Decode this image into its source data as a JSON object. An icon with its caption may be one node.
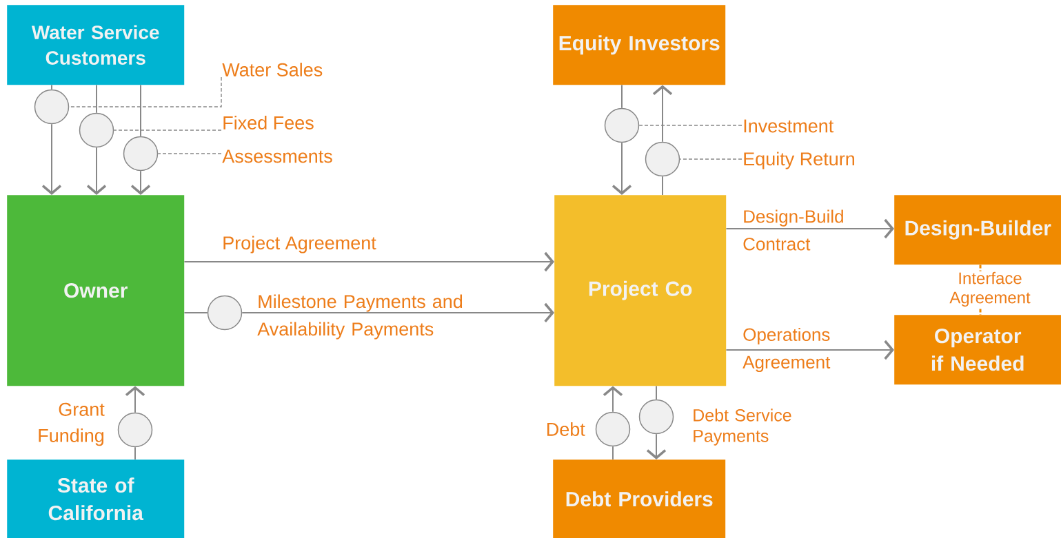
{
  "diagram": {
    "nodes": [
      {
        "text": [
          "Water Service Customers"
        ]
      },
      {
        "text": [
          "Equity Investors"
        ]
      },
      {
        "text": [
          "Water Sales"
        ]
      },
      {
        "text": [
          "Investment"
        ]
      },
      {
        "text": [
          "Fixed Fees"
        ]
      },
      {
        "text": [
          "Equity Return"
        ]
      },
      {
        "text": [
          "Assessments"
        ]
      },
      {
        "text": [
          "Owner"
        ]
      },
      {
        "text": [
          "Project Co"
        ]
      },
      {
        "text": [
          "Design-Builder"
        ]
      },
      {
        "text": [
          "Operator if Needed"
        ]
      },
      {
        "text": [
          "State of California"
        ]
      },
      {
        "text": [
          "Debt Providers"
        ]
      },
      {
        "text": [],
        "shape": "circle"
      },
      {
        "text": [],
        "shape": "circle"
      },
      {
        "text": [],
        "shape": "circle"
      },
      {
        "text": [],
        "shape": "circle"
      },
      {
        "text": [],
        "shape": "circle"
      },
      {
        "text": [],
        "shape": "circle"
      },
      {
        "text": [],
        "shape": "circle"
      },
      {
        "text": [],
        "shape": "circle"
      },
      {
        "text": [],
        "shape": "circle"
      }
    ],
    "edges": [
      {
        "from": 0,
        "to": 13,
        "arrow": "none"
      },
      {
        "from": 13,
        "to": 7,
        "arrow": "to"
      },
      {
        "from": 0,
        "to": 14,
        "arrow": "none"
      },
      {
        "from": 14,
        "to": 7,
        "arrow": "to"
      },
      {
        "from": 0,
        "to": 15,
        "arrow": "none"
      },
      {
        "from": 15,
        "to": 7,
        "arrow": "to"
      },
      {
        "from": 2,
        "to": 13,
        "arrow": "none",
        "style": "dashed"
      },
      {
        "from": 4,
        "to": 14,
        "arrow": "none",
        "style": "dashed"
      },
      {
        "from": 6,
        "to": 15,
        "arrow": "none",
        "style": "dashed"
      },
      {
        "from": 1,
        "to": 16,
        "arrow": "none"
      },
      {
        "from": 16,
        "to": 8,
        "arrow": "to"
      },
      {
        "from": 8,
        "to": 17,
        "arrow": "none"
      },
      {
        "from": 17,
        "to": 1,
        "arrow": "to"
      },
      {
        "from": 3,
        "to": 16,
        "arrow": "none",
        "style": "dashed"
      },
      {
        "from": 5,
        "to": 17,
        "arrow": "none",
        "style": "dashed"
      },
      {
        "from": 7,
        "to": 8,
        "arrow": "to",
        "label": "Project Agreement"
      },
      {
        "from": 7,
        "to": 18,
        "arrow": "none"
      },
      {
        "from": 18,
        "to": 8,
        "arrow": "to",
        "label": "Milestone Payments and Availability Payments"
      },
      {
        "from": 11,
        "to": 19,
        "arrow": "none"
      },
      {
        "from": 19,
        "to": 7,
        "arrow": "to",
        "label": "Grant Funding"
      },
      {
        "from": 8,
        "to": 9,
        "arrow": "to",
        "label": "Design-Build Contract"
      },
      {
        "from": 8,
        "to": 10,
        "arrow": "to",
        "label": "Operations Agreement"
      },
      {
        "from": 9,
        "to": 10,
        "arrow": "none",
        "style": "dashed",
        "color": "#f08a00",
        "label": "Interface Agreement"
      },
      {
        "from": 12,
        "to": 20,
        "arrow": "none"
      },
      {
        "from": 20,
        "to": 8,
        "arrow": "to",
        "label": "Debt"
      },
      {
        "from": 8,
        "to": 21,
        "arrow": "none"
      },
      {
        "from": 21,
        "to": 12,
        "arrow": "to",
        "label": "Debt Service Payments"
      }
    ]
  }
}
